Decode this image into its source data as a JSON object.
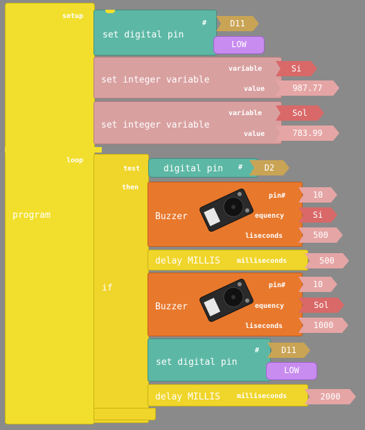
{
  "program": {
    "label": "program",
    "setup_label": "setup",
    "loop_label": "loop"
  },
  "setup": {
    "set_pin": {
      "label": "set digital pin",
      "hash": "#",
      "pin": "D11",
      "value": "LOW"
    },
    "var1": {
      "label": "set integer variable",
      "variable_label": "variable",
      "variable": "Si",
      "value_label": "value",
      "value": "987.77"
    },
    "var2": {
      "label": "set integer variable",
      "variable_label": "variable",
      "variable": "Sol",
      "value_label": "value",
      "value": "783.99"
    }
  },
  "loop": {
    "if_label": "if",
    "test_label": "test",
    "then_label": "then",
    "test_block": {
      "label": "digital pin",
      "hash": "#",
      "pin": "D2"
    },
    "buzzer1": {
      "label": "Buzzer",
      "pin_label": "pin#",
      "pin": "10",
      "freq_label": "equency",
      "freq": "Si",
      "ms_label": "liseconds",
      "ms": "500"
    },
    "delay1": {
      "label": "delay MILLIS",
      "ms_label": "milliseconds",
      "ms": "500"
    },
    "buzzer2": {
      "label": "Buzzer",
      "pin_label": "pin#",
      "pin": "10",
      "freq_label": "equency",
      "freq": "Sol",
      "ms_label": "liseconds",
      "ms": "1000"
    },
    "set_pin": {
      "label": "set digital pin",
      "hash": "#",
      "pin": "D11",
      "value": "LOW"
    },
    "delay2": {
      "label": "delay MILLIS",
      "ms_label": "milliseconds",
      "ms": "2000"
    }
  },
  "icons": {
    "buzzer_module": "buzzer-module-icon"
  },
  "colors": {
    "background": "#8a8a8a",
    "program_yellow": "#f2df2d",
    "teal": "#5cb8a5",
    "pink": "#d9a0a0",
    "orange": "#e8782c",
    "pin_tan": "#c9a455",
    "lilac": "#c88cf0"
  }
}
